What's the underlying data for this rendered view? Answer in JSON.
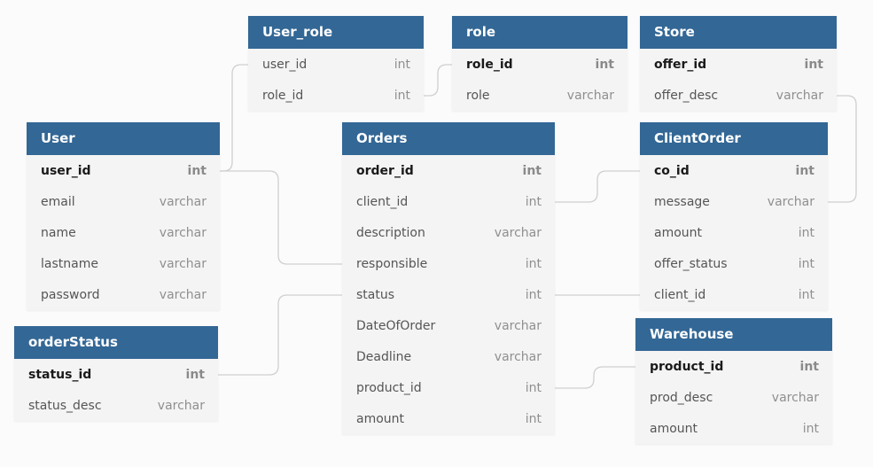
{
  "colors": {
    "header_bg": "#336795",
    "header_text": "#ffffff",
    "body_bg": "#f4f4f4",
    "link_line": "#cfcfcf",
    "canvas_bg": "#fbfbfb"
  },
  "tables": [
    {
      "id": "user_role",
      "title": "User_role",
      "columns": [
        {
          "name": "user_id",
          "type": "int",
          "pk": false
        },
        {
          "name": "role_id",
          "type": "int",
          "pk": false
        }
      ]
    },
    {
      "id": "role",
      "title": "role",
      "columns": [
        {
          "name": "role_id",
          "type": "int",
          "pk": true
        },
        {
          "name": "role",
          "type": "varchar",
          "pk": false
        }
      ]
    },
    {
      "id": "store",
      "title": "Store",
      "columns": [
        {
          "name": "offer_id",
          "type": "int",
          "pk": true
        },
        {
          "name": "offer_desc",
          "type": "varchar",
          "pk": false
        }
      ]
    },
    {
      "id": "user",
      "title": "User",
      "columns": [
        {
          "name": "user_id",
          "type": "int",
          "pk": true
        },
        {
          "name": "email",
          "type": "varchar",
          "pk": false
        },
        {
          "name": "name",
          "type": "varchar",
          "pk": false
        },
        {
          "name": "lastname",
          "type": "varchar",
          "pk": false
        },
        {
          "name": "password",
          "type": "varchar",
          "pk": false
        }
      ]
    },
    {
      "id": "orders",
      "title": "Orders",
      "columns": [
        {
          "name": "order_id",
          "type": "int",
          "pk": true
        },
        {
          "name": "client_id",
          "type": "int",
          "pk": false
        },
        {
          "name": "description",
          "type": "varchar",
          "pk": false
        },
        {
          "name": "responsible",
          "type": "int",
          "pk": false
        },
        {
          "name": "status",
          "type": "int",
          "pk": false
        },
        {
          "name": "DateOfOrder",
          "type": "varchar",
          "pk": false
        },
        {
          "name": "Deadline",
          "type": "varchar",
          "pk": false
        },
        {
          "name": "product_id",
          "type": "int",
          "pk": false
        },
        {
          "name": "amount",
          "type": "int",
          "pk": false
        }
      ]
    },
    {
      "id": "clientorder",
      "title": "ClientOrder",
      "columns": [
        {
          "name": "co_id",
          "type": "int",
          "pk": true
        },
        {
          "name": "message",
          "type": "varchar",
          "pk": false
        },
        {
          "name": "amount",
          "type": "int",
          "pk": false
        },
        {
          "name": "offer_status",
          "type": "int",
          "pk": false
        },
        {
          "name": "client_id",
          "type": "int",
          "pk": false
        }
      ]
    },
    {
      "id": "orderstatus",
      "title": "orderStatus",
      "columns": [
        {
          "name": "status_id",
          "type": "int",
          "pk": true
        },
        {
          "name": "status_desc",
          "type": "varchar",
          "pk": false
        }
      ]
    },
    {
      "id": "warehouse",
      "title": "Warehouse",
      "columns": [
        {
          "name": "product_id",
          "type": "int",
          "pk": true
        },
        {
          "name": "prod_desc",
          "type": "varchar",
          "pk": false
        },
        {
          "name": "amount",
          "type": "int",
          "pk": false
        }
      ]
    }
  ],
  "relations": [
    {
      "from": "user.user_id",
      "to": "user_role.user_id"
    },
    {
      "from": "user_role.role_id",
      "to": "role.role_id"
    },
    {
      "from": "user.user_id",
      "to": "orders.responsible"
    },
    {
      "from": "orders.client_id",
      "to": "clientorder.co_id"
    },
    {
      "from": "store.offer_desc",
      "to": "clientorder.message"
    },
    {
      "from": "orders.status",
      "to": "clientorder.client_id"
    },
    {
      "from": "orderstatus.status_id",
      "to": "orders.status"
    },
    {
      "from": "orders.product_id",
      "to": "warehouse.product_id"
    }
  ]
}
